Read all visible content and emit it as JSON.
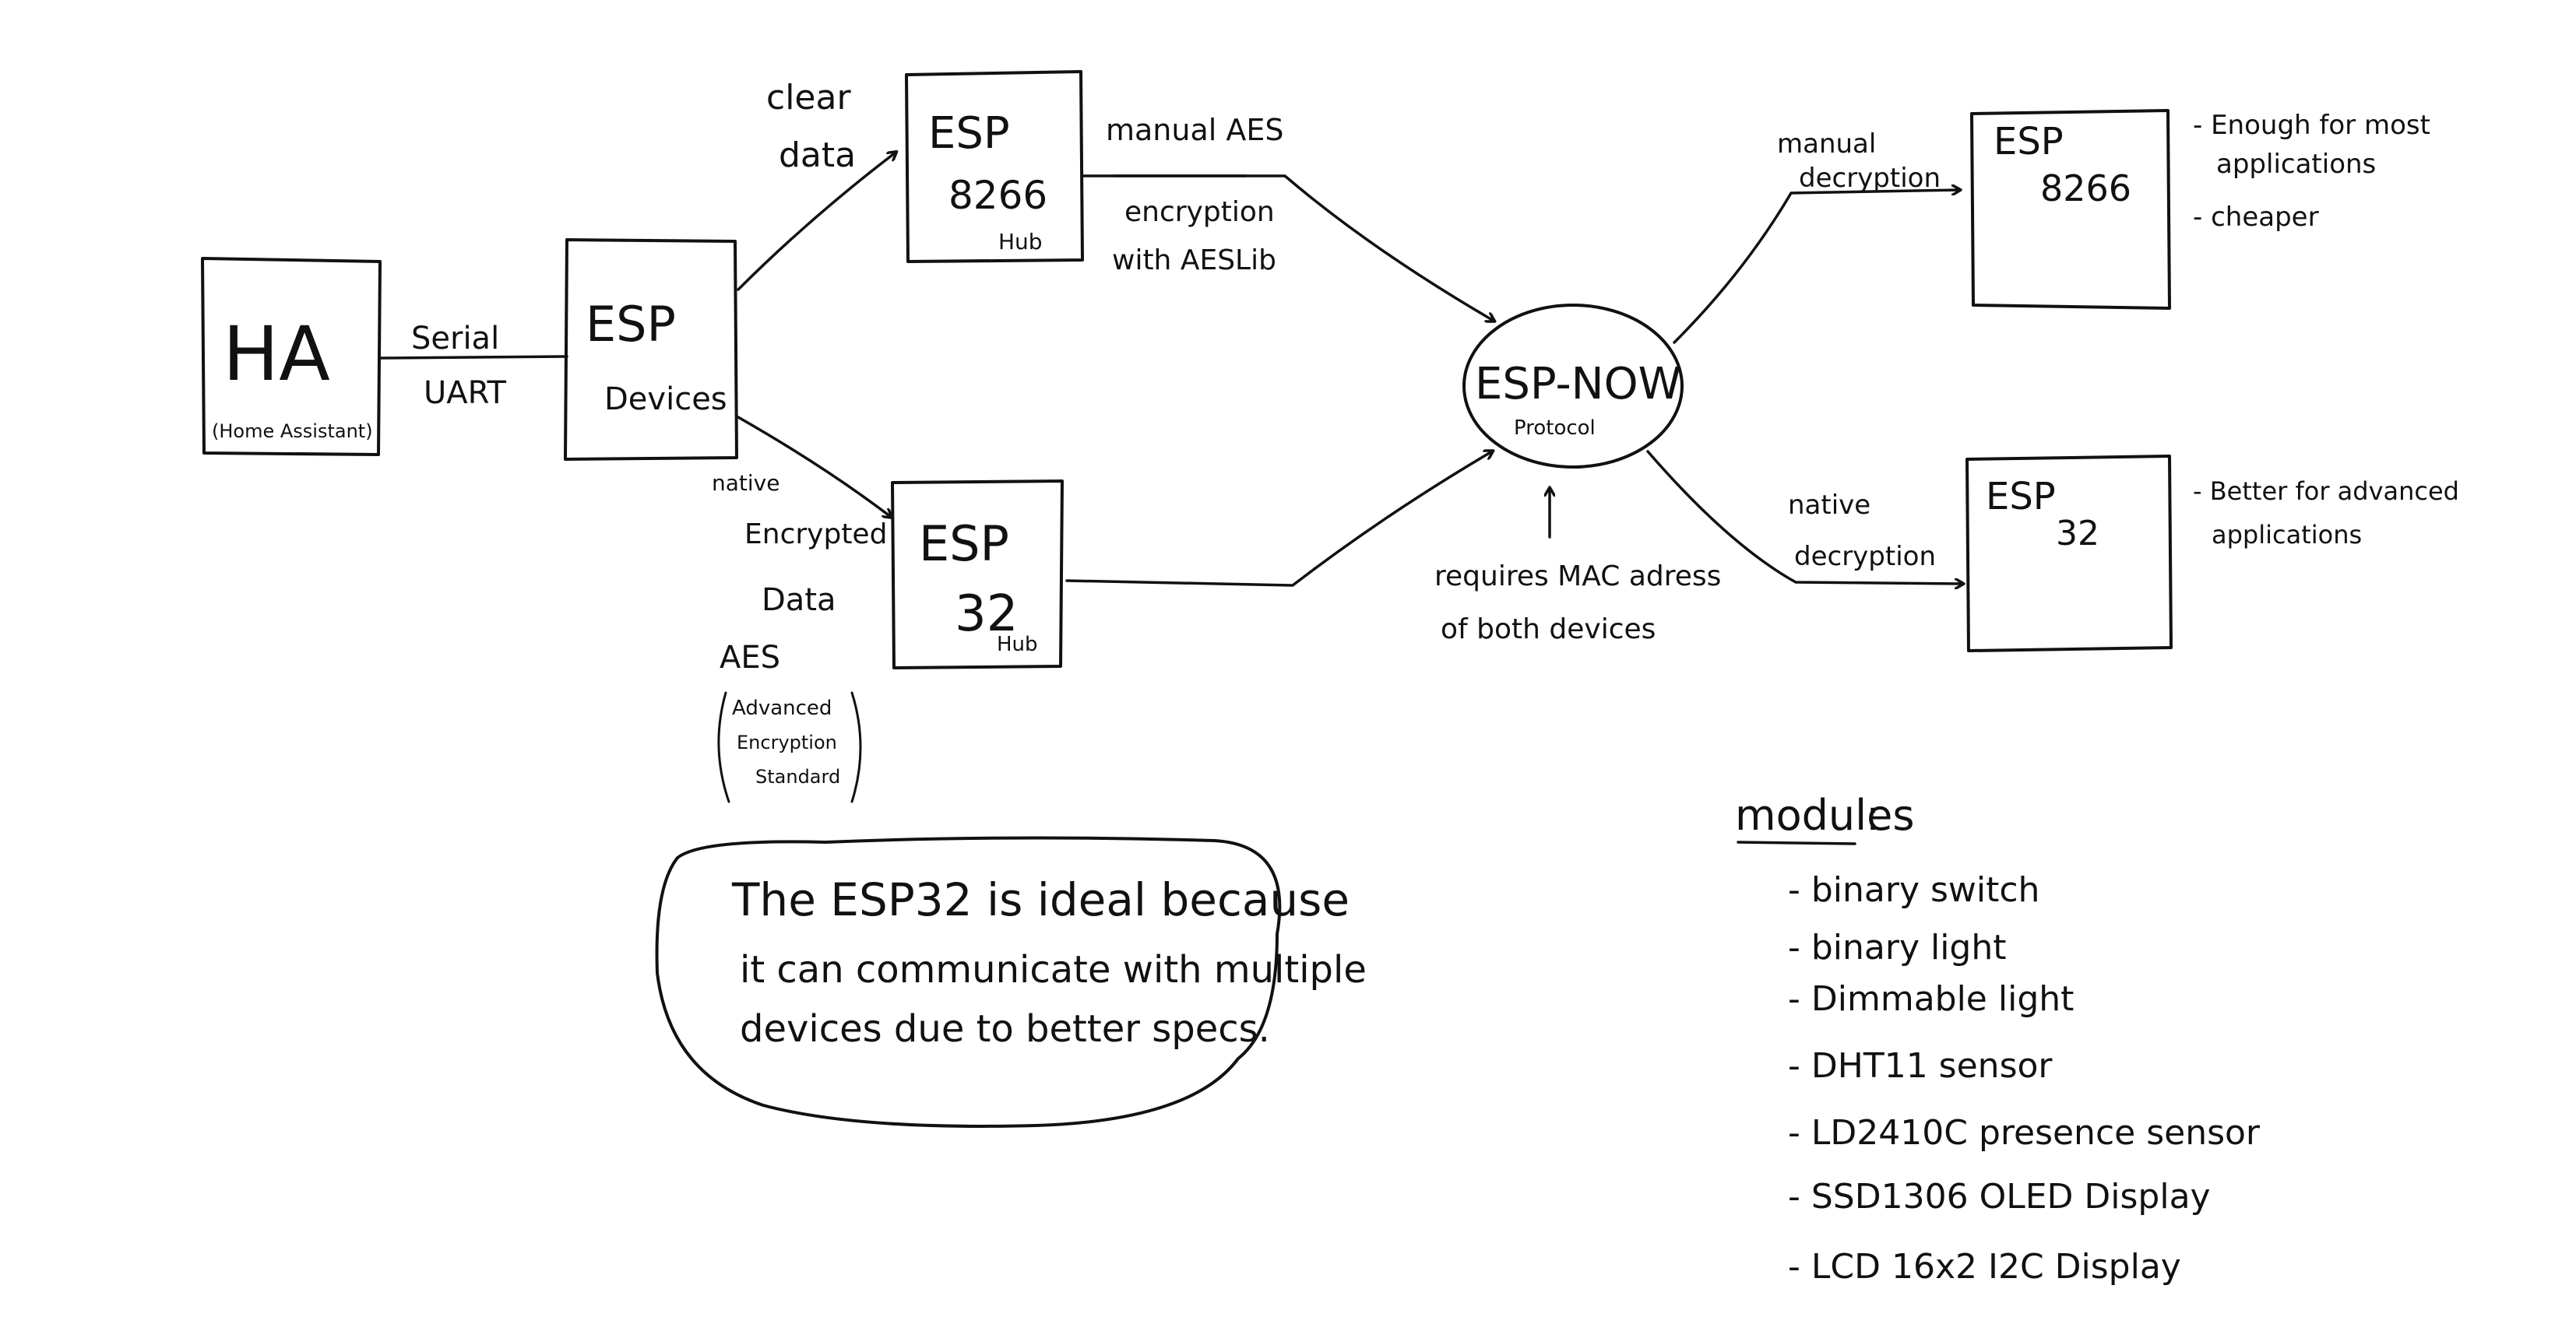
{
  "nodes": {
    "ha": {
      "title": "HA",
      "subtitle": "(Home Assistant)"
    },
    "esp_devices": {
      "line1": "ESP",
      "line2": "Devices"
    },
    "esp8266_hub": {
      "line1": "ESP",
      "line2": "8266",
      "tag": "Hub"
    },
    "esp32_hub": {
      "line1": "ESP",
      "line2": "32",
      "tag": "Hub"
    },
    "esp_now": {
      "title": "ESP-NOW",
      "subtitle": "Protocol"
    },
    "esp8266_target": {
      "line1": "ESP",
      "line2": "8266"
    },
    "esp32_target": {
      "line1": "ESP",
      "line2": "32"
    }
  },
  "edges": {
    "serial": {
      "line1": "Serial",
      "line2": "UART"
    },
    "clear_data": {
      "line1": "clear",
      "line2": "data"
    },
    "native_encrypted": {
      "line1": "native",
      "line2": "Encrypted",
      "line3": "Data"
    },
    "aes": {
      "line1": "AES",
      "line2": "Advanced",
      "line3": "Encryption",
      "line4": "Standard"
    },
    "manual_aes": {
      "line1": "manual AES",
      "line2": "encryption",
      "line3": "with AESLib"
    },
    "manual_decryption": {
      "line1": "manual",
      "line2": "decryption"
    },
    "native_decryption": {
      "line1": "native",
      "line2": "decryption"
    }
  },
  "mac_note": {
    "line1": "requires MAC adress",
    "line2": "of both devices"
  },
  "notes_8266": {
    "item1": "- Enough for most",
    "item1b": "applications",
    "item2": "- cheaper"
  },
  "notes_32": {
    "item1": "- Better for advanced",
    "item1b": "applications"
  },
  "esp32_callout": {
    "line1": "The ESP32 is ideal because",
    "line2": "it can communicate with multiple",
    "line3": "devices due to better specs."
  },
  "modules": {
    "title": "modules",
    "items": [
      "- binary switch",
      "- binary light",
      "- Dimmable light",
      "- DHT11 sensor",
      "- LD2410C presence sensor",
      "- SSD1306 OLED Display",
      "- LCD 16x2 I2C Display"
    ]
  }
}
